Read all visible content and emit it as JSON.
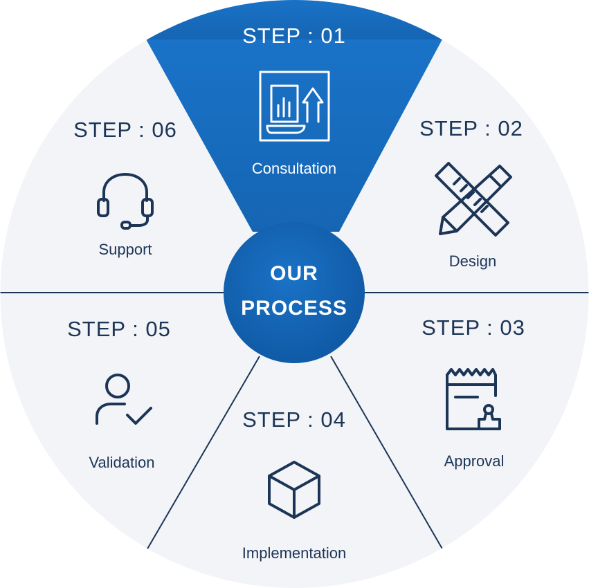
{
  "center": {
    "line1": "OUR",
    "line2": "PROCESS"
  },
  "steps": [
    {
      "label": "STEP : 01",
      "name": "Consultation",
      "icon": "report-chart-icon"
    },
    {
      "label": "STEP : 02",
      "name": "Design",
      "icon": "ruler-pencil-icon"
    },
    {
      "label": "STEP : 03",
      "name": "Approval",
      "icon": "stamp-document-icon"
    },
    {
      "label": "STEP : 04",
      "name": "Implementation",
      "icon": "cube-icon"
    },
    {
      "label": "STEP : 05",
      "name": "Validation",
      "icon": "user-check-icon"
    },
    {
      "label": "STEP : 06",
      "name": "Support",
      "icon": "headset-icon"
    }
  ],
  "colors": {
    "accent": "#1a73c8",
    "wheel_bg": "#f2f4f7",
    "text": "#1c3557",
    "center": "#1666b4",
    "divider": "#1c3557"
  }
}
